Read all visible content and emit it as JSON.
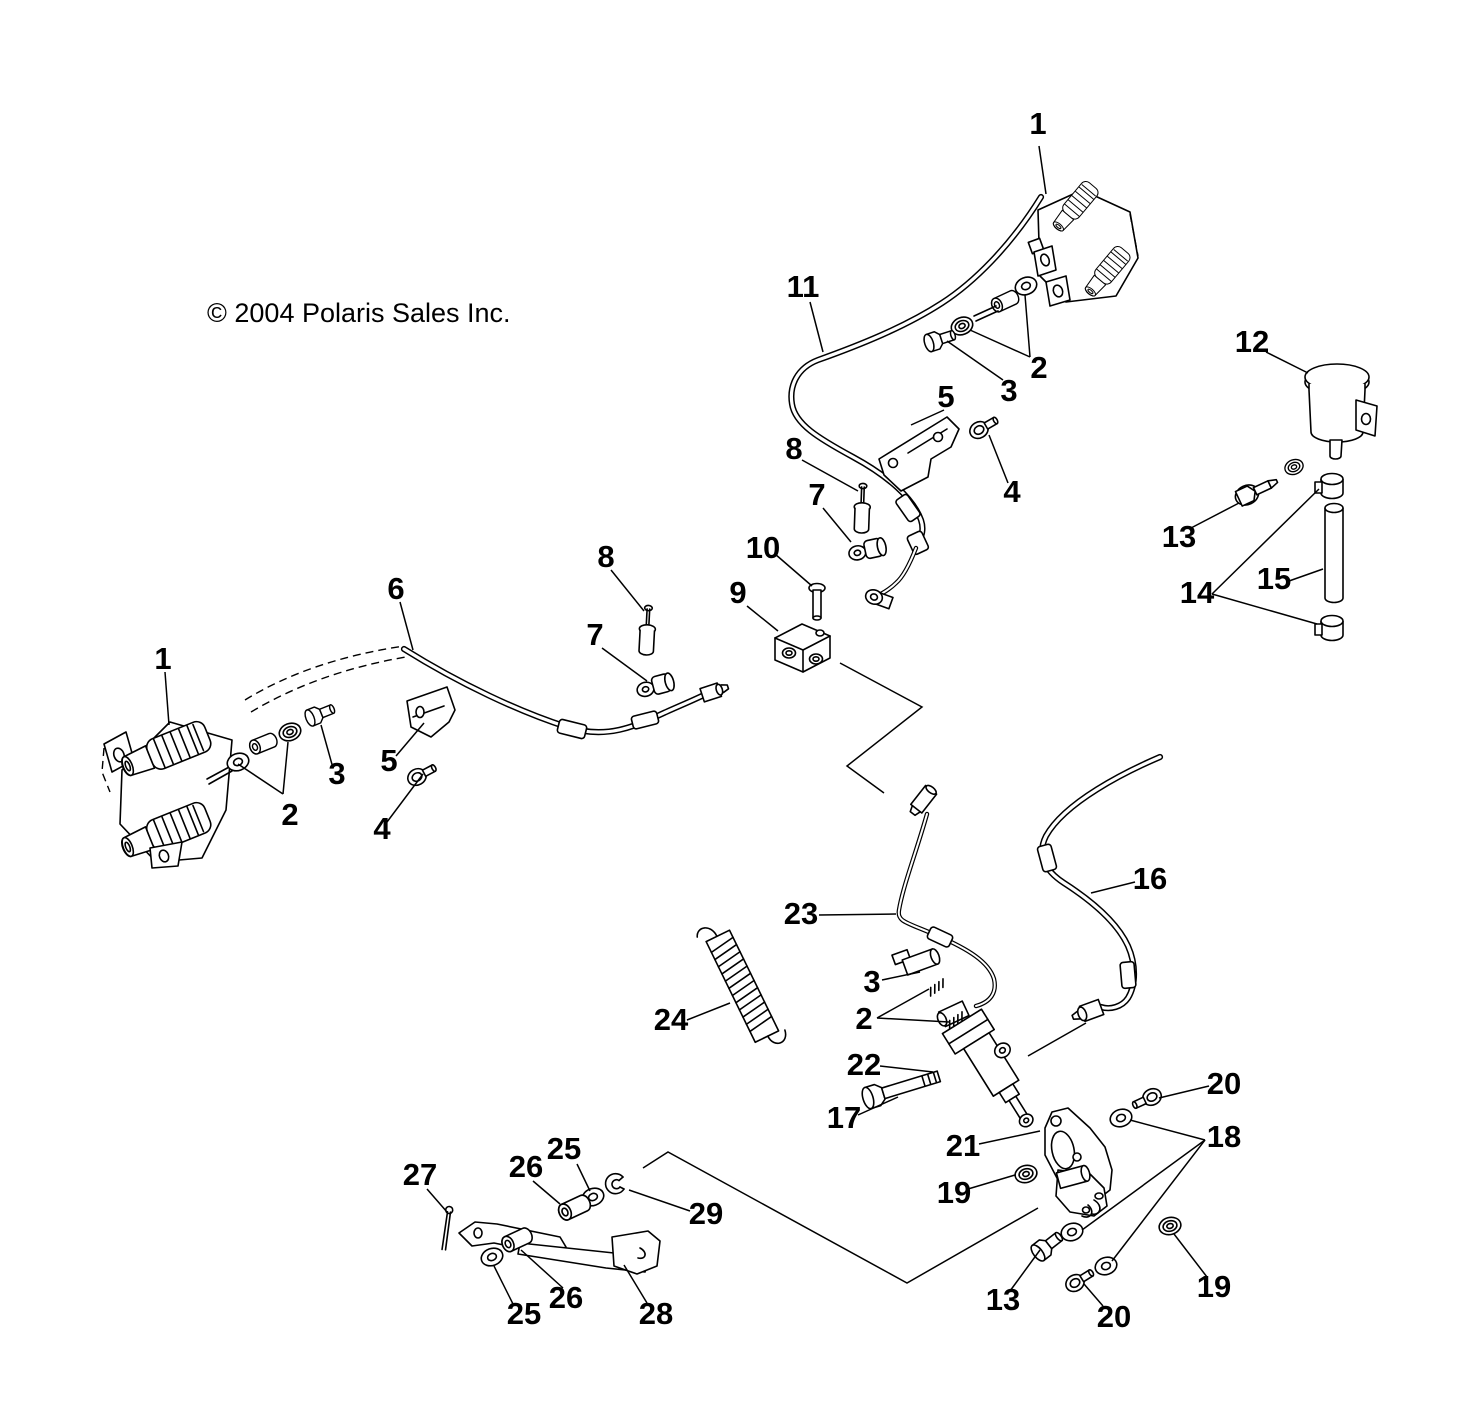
{
  "copyright": "© 2004 Polaris Sales Inc.",
  "colors": {
    "line": "#000000",
    "background": "#ffffff"
  },
  "callouts": {
    "c1_left": "1",
    "c1_right": "1",
    "c2_top": "2",
    "c2_left": "2",
    "c2_mid": "2",
    "c3_top": "3",
    "c3_left": "3",
    "c3_mid": "3",
    "c4_top": "4",
    "c4_left": "4",
    "c5_top": "5",
    "c5_left": "5",
    "c6": "6",
    "c7_top": "7",
    "c7_mid": "7",
    "c8_top": "8",
    "c8_mid": "8",
    "c9": "9",
    "c10": "10",
    "c11": "11",
    "c12": "12",
    "c13_right": "13",
    "c13_bottom": "13",
    "c14": "14",
    "c15": "15",
    "c16": "16",
    "c17": "17",
    "c18": "18",
    "c19_left": "19",
    "c19_right": "19",
    "c20_top": "20",
    "c20_bottom": "20",
    "c21": "21",
    "c22": "22",
    "c23": "23",
    "c24": "24",
    "c25_top": "25",
    "c25_bottom": "25",
    "c26_top": "26",
    "c26_bottom": "26",
    "c27": "27",
    "c28": "28",
    "c29": "29"
  }
}
